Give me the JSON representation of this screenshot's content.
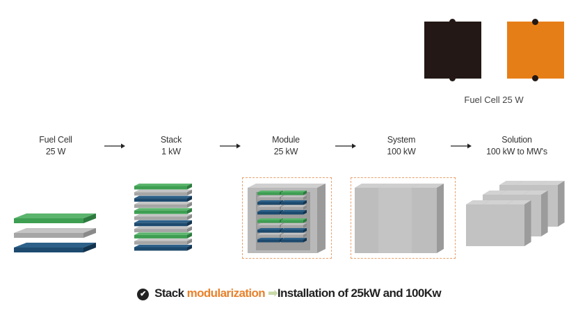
{
  "legend": {
    "swatches": [
      {
        "name": "dark",
        "color": "#231815"
      },
      {
        "name": "orange",
        "color": "#e67e17"
      }
    ],
    "caption": "Fuel Cell 25 W"
  },
  "stages": [
    {
      "line1": "Fuel Cell",
      "line2": "25 W"
    },
    {
      "line1": "Stack",
      "line2": "1 kW"
    },
    {
      "line1": "Module",
      "line2": "25 kW"
    },
    {
      "line1": "System",
      "line2": "100 kW"
    },
    {
      "line1": "Solution",
      "line2": "100 kW to MW's"
    }
  ],
  "colors": {
    "green": "#3e9e52",
    "gray": "#a6a6a6",
    "navy": "#1d4a6e",
    "block_gray": "#b9b9b9",
    "dashed_border": "#e8a06a",
    "accent": "#e8822c"
  },
  "footer": {
    "check_icon": "check-circle-icon",
    "part1": "Stack",
    "part2": "modularization",
    "arrow": "➡",
    "part3": "Installation of  25kW and 100Kw"
  }
}
